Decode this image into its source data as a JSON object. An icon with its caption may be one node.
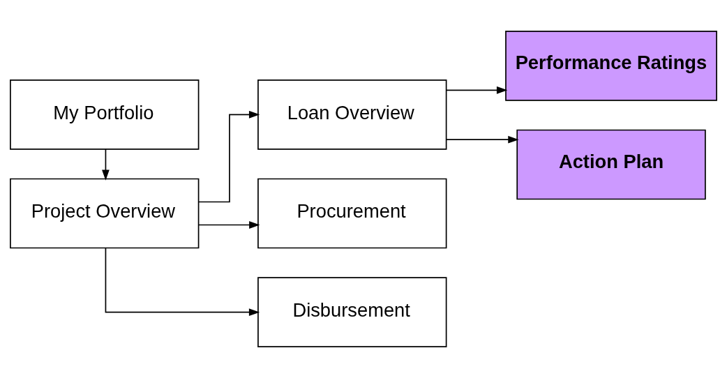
{
  "diagram": {
    "nodes": [
      {
        "text": [
          "My Portfolio"
        ]
      },
      {
        "text": [
          "Project Overview"
        ]
      },
      {
        "text": [
          "Loan Overview"
        ]
      },
      {
        "text": [
          "Procurement"
        ]
      },
      {
        "text": [
          "Disbursement"
        ]
      },
      {
        "text": [
          "Performance Ratings"
        ]
      },
      {
        "text": [
          "Action Plan"
        ]
      }
    ],
    "edges": [
      {
        "from": 0,
        "to": 1,
        "arrow": "to"
      },
      {
        "from": 1,
        "to": 2,
        "arrow": "to"
      },
      {
        "from": 1,
        "to": 3,
        "arrow": "to"
      },
      {
        "from": 1,
        "to": 4,
        "arrow": "to"
      },
      {
        "from": 2,
        "to": 5,
        "arrow": "to"
      },
      {
        "from": 2,
        "to": 6,
        "arrow": "to"
      }
    ]
  }
}
